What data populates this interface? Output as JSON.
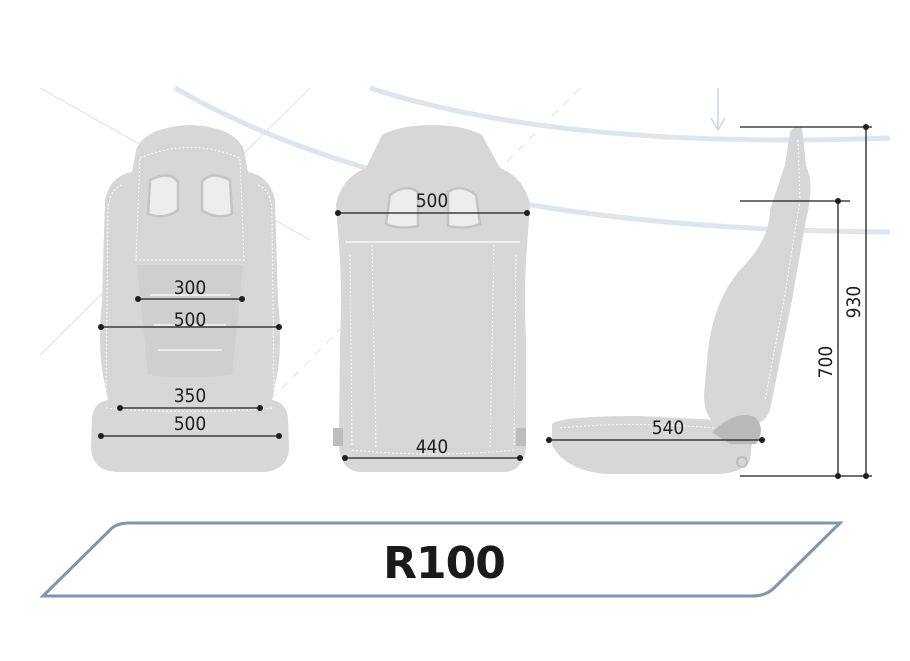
{
  "title": "R100",
  "colors": {
    "seat": "#d7d7d7",
    "arc": "#dde6ee",
    "banner_border": "#7f97ad",
    "text": "#1e1e1e"
  },
  "front_view": {
    "dims": [
      "300",
      "500",
      "350",
      "500"
    ]
  },
  "back_view": {
    "dims": [
      "500",
      "440"
    ]
  },
  "side_view": {
    "dims": [
      "540",
      "700",
      "930"
    ]
  }
}
